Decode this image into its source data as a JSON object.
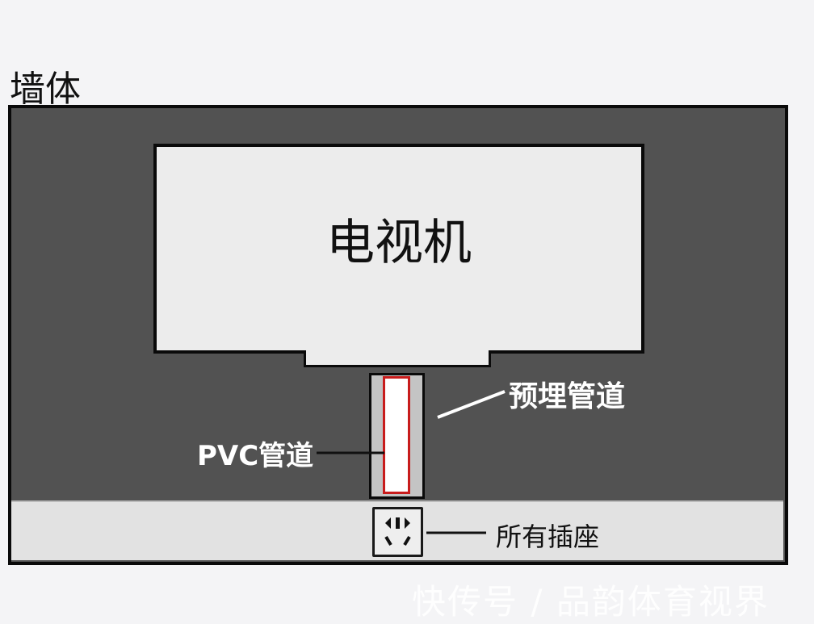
{
  "labels": {
    "wall": "墙体",
    "tv": "电视机",
    "embedded_pipe": "预埋管道",
    "pvc_pipe": "PVC管道",
    "all_sockets": "所有插座"
  },
  "watermark": "快传号 / 品韵体育视界",
  "colors": {
    "wall": "#525252",
    "pipe_outline": "#c81c1c",
    "strip": "#e2e2e2"
  }
}
